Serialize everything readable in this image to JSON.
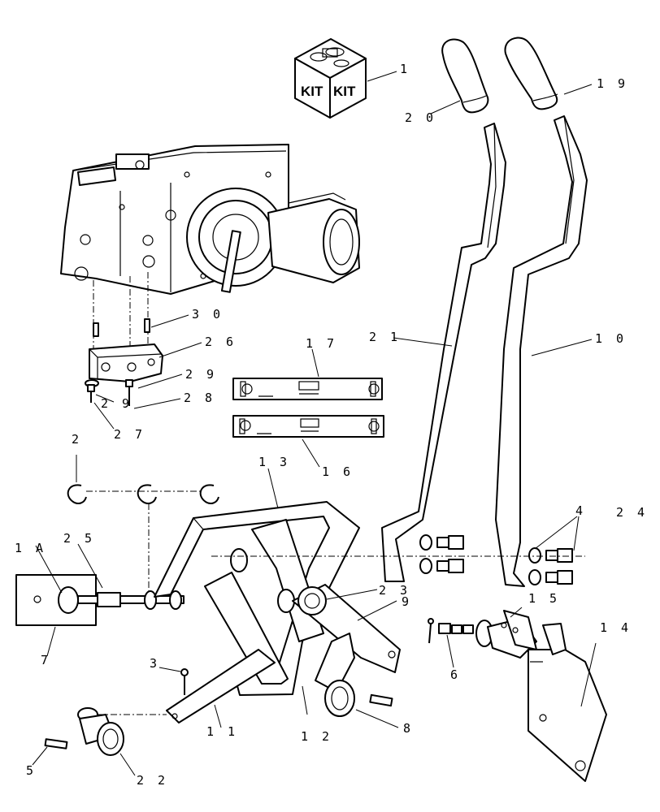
{
  "kit": {
    "face_left": "KIT",
    "face_right": "KIT"
  },
  "callouts": {
    "p1": "1",
    "p1a": "1 A",
    "p2": "2",
    "p3": "3",
    "p4": "4",
    "p5": "5",
    "p6": "6",
    "p7": "7",
    "p8": "8",
    "p9": "9",
    "p10": "1 0",
    "p11": "1 1",
    "p12": "1 2",
    "p13": "1 3",
    "p14": "1 4",
    "p15": "1 5",
    "p16": "1 6",
    "p17": "1 7",
    "p19": "1 9",
    "p20": "2 0",
    "p21": "2 1",
    "p22": "2 2",
    "p23": "2 3",
    "p24": "2 4",
    "p25": "2 5",
    "p26": "2 6",
    "p27": "2 7",
    "p28": "2 8",
    "p29a": "2 9",
    "p29b": "2 9",
    "p30": "3 0"
  },
  "colors": {
    "line": "#000000",
    "background": "#ffffff"
  }
}
